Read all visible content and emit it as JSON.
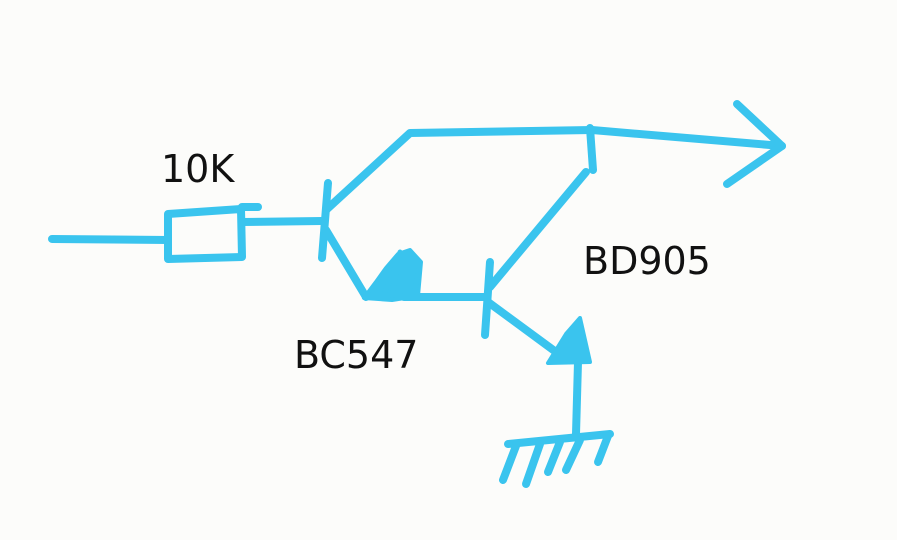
{
  "labels": {
    "resistor": "10K",
    "transistor_q1": "BC547",
    "transistor_q2": "BD905"
  },
  "colors": {
    "ink": "#3ac4ee",
    "background": "#fcfcfa",
    "text": "#111111"
  }
}
